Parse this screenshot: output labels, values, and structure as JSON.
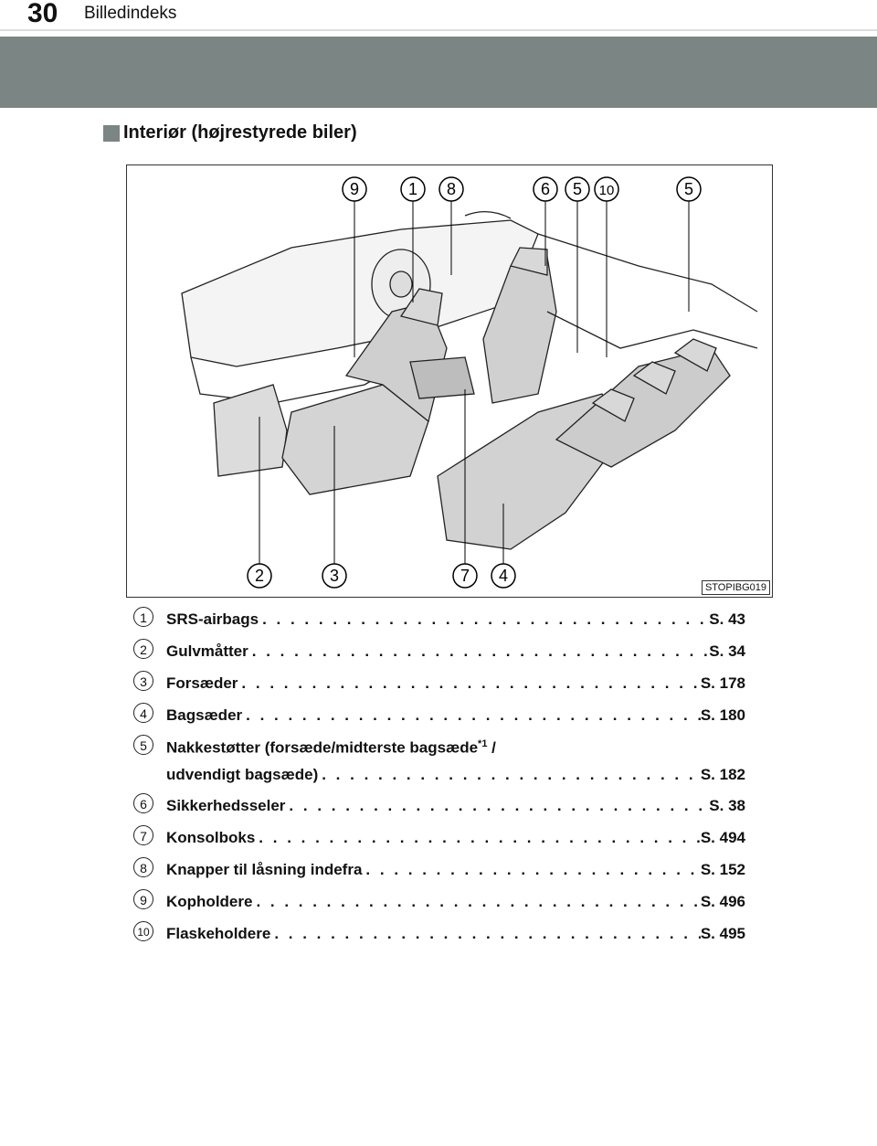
{
  "header": {
    "page_number": "30",
    "chapter_title": "Billedindeks"
  },
  "section": {
    "heading": "Interiør (højrestyrede biler)"
  },
  "figure": {
    "code": "STOPIBG019",
    "callouts_top": [
      "9",
      "1",
      "8",
      "6",
      "5",
      "10",
      "5"
    ],
    "callouts_bottom": [
      "2",
      "3",
      "7",
      "4"
    ]
  },
  "legend": [
    {
      "num": "1",
      "label": "SRS-airbags",
      "page": "S. 43"
    },
    {
      "num": "2",
      "label": "Gulvmåtter",
      "page": "S. 34"
    },
    {
      "num": "3",
      "label": "Forsæder",
      "page": "S. 178"
    },
    {
      "num": "4",
      "label": "Bagsæder",
      "page": "S. 180"
    },
    {
      "num": "5",
      "label": "Nakkestøtter (forsæde/midterste bagsæde",
      "sup": "*1",
      "label_tail": " /",
      "line2": "udvendigt bagsæde)",
      "page": "S. 182"
    },
    {
      "num": "6",
      "label": "Sikkerhedsseler",
      "page": "S. 38"
    },
    {
      "num": "7",
      "label": "Konsolboks",
      "page": "S. 494"
    },
    {
      "num": "8",
      "label": "Knapper til låsning indefra",
      "page": "S. 152"
    },
    {
      "num": "9",
      "label": "Kopholdere",
      "page": "S. 496"
    },
    {
      "num": "10",
      "label": "Flaskeholdere",
      "page": "S. 495"
    }
  ],
  "dots": ". . . . . . . . . . . . . . . . . . . . . . . . . . . . . . . . . . . . . . . . . . . . . . . . . . . ."
}
